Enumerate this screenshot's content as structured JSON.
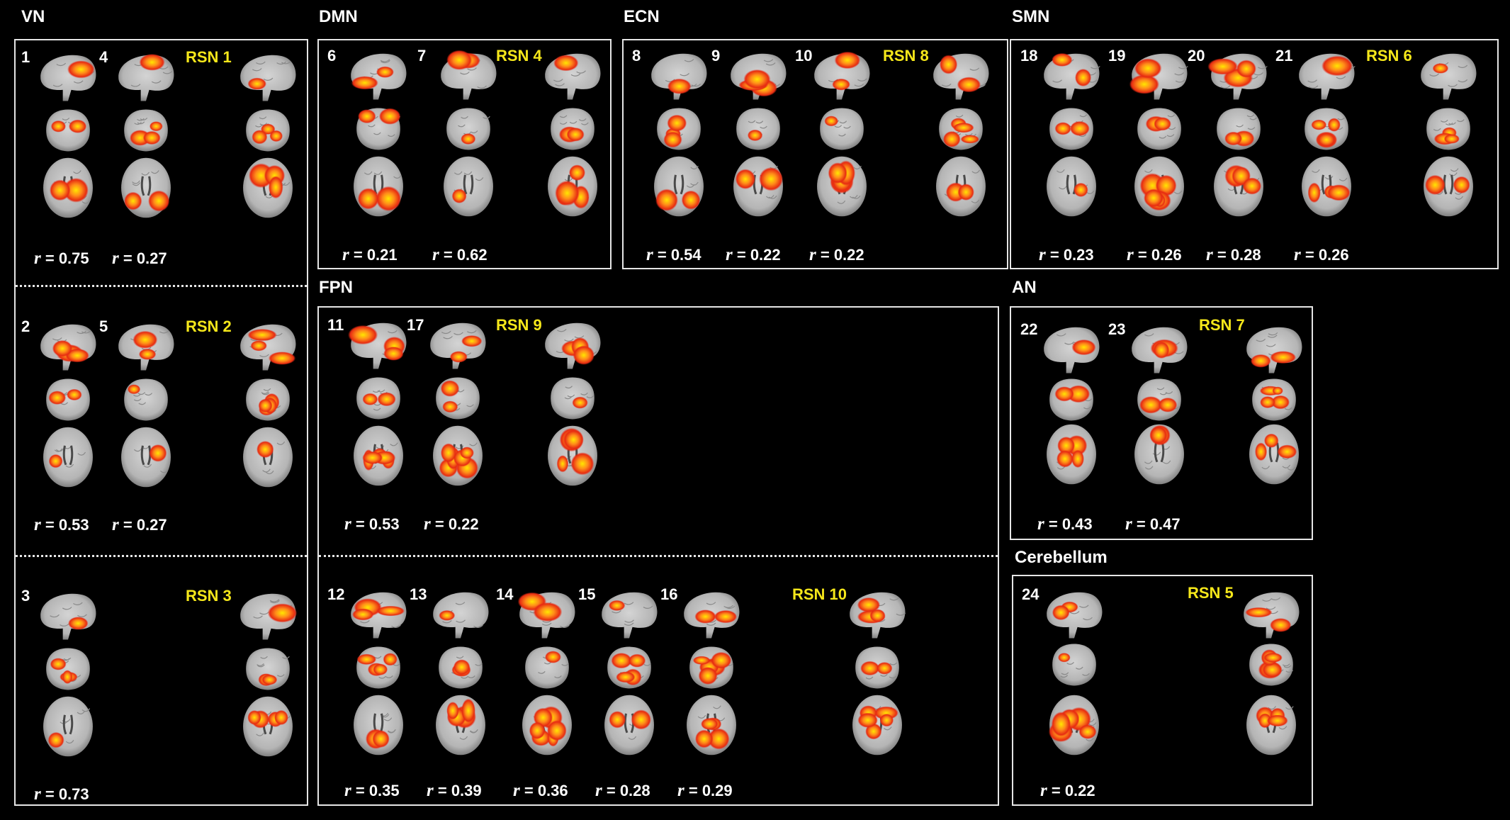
{
  "networks": {
    "vn": {
      "label": "VN",
      "sections": [
        {
          "components": [
            {
              "num": "1",
              "r": "0.75"
            },
            {
              "num": "4",
              "r": "0.27"
            }
          ],
          "rsn": "RSN 1"
        },
        {
          "components": [
            {
              "num": "2",
              "r": "0.53"
            },
            {
              "num": "5",
              "r": "0.27"
            }
          ],
          "rsn": "RSN 2"
        },
        {
          "components": [
            {
              "num": "3",
              "r": "0.73"
            }
          ],
          "rsn": "RSN 3"
        }
      ]
    },
    "dmn": {
      "label": "DMN",
      "components": [
        {
          "num": "6",
          "r": "0.21"
        },
        {
          "num": "7",
          "r": "0.62"
        }
      ],
      "rsn": "RSN 4"
    },
    "ecn": {
      "label": "ECN",
      "components": [
        {
          "num": "8",
          "r": "0.54"
        },
        {
          "num": "9",
          "r": "0.22"
        },
        {
          "num": "10",
          "r": "0.22"
        }
      ],
      "rsn": "RSN 8"
    },
    "smn": {
      "label": "SMN",
      "components": [
        {
          "num": "18",
          "r": "0.23"
        },
        {
          "num": "19",
          "r": "0.26"
        },
        {
          "num": "20",
          "r": "0.28"
        },
        {
          "num": "21",
          "r": "0.26"
        }
      ],
      "rsn": "RSN 6"
    },
    "fpn": {
      "label": "FPN",
      "sections": [
        {
          "components": [
            {
              "num": "11",
              "r": "0.53"
            },
            {
              "num": "17",
              "r": "0.22"
            }
          ],
          "rsn": "RSN 9"
        },
        {
          "components": [
            {
              "num": "12",
              "r": "0.35"
            },
            {
              "num": "13",
              "r": "0.39"
            },
            {
              "num": "14",
              "r": "0.36"
            },
            {
              "num": "15",
              "r": "0.28"
            },
            {
              "num": "16",
              "r": "0.29"
            }
          ],
          "rsn": "RSN 10"
        }
      ]
    },
    "an": {
      "label": "AN",
      "components": [
        {
          "num": "22",
          "r": "0.43"
        },
        {
          "num": "23",
          "r": "0.47"
        }
      ],
      "rsn": "RSN 7"
    },
    "cerebellum": {
      "label": "Cerebellum",
      "components": [
        {
          "num": "24",
          "r": "0.22"
        }
      ],
      "rsn": "RSN 5"
    }
  },
  "colors": {
    "background": "#000000",
    "border": "#e6e6e6",
    "rsn_label": "#f5e71a",
    "activation_hot": "#ffe600",
    "activation_warm": "#ff8c1a",
    "activation_base": "#e62b12",
    "brain_gray": "#b5b5b5"
  },
  "view_icons": [
    "sagittal-slice",
    "coronal-slice",
    "axial-slice"
  ],
  "r_symbol": "r"
}
